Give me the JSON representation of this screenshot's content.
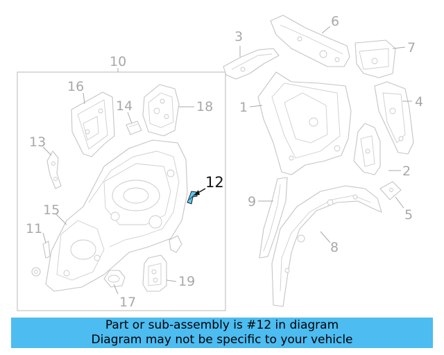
{
  "diagram": {
    "callouts": {
      "c1": "1",
      "c2": "2",
      "c3": "3",
      "c4": "4",
      "c5": "5",
      "c6": "6",
      "c7": "7",
      "c8": "8",
      "c9": "9",
      "c10": "10",
      "c11": "11",
      "c12": "12",
      "c13": "13",
      "c14": "14",
      "c15": "15",
      "c16": "16",
      "c17": "17",
      "c18": "18",
      "c19": "19"
    },
    "highlight_part": "12",
    "highlight_color": "#5bc8f2"
  },
  "banner": {
    "line1": "Part or sub-assembly is #12 in diagram",
    "line2": "Diagram may not be specific to your vehicle",
    "color": "#4cbcf1"
  }
}
